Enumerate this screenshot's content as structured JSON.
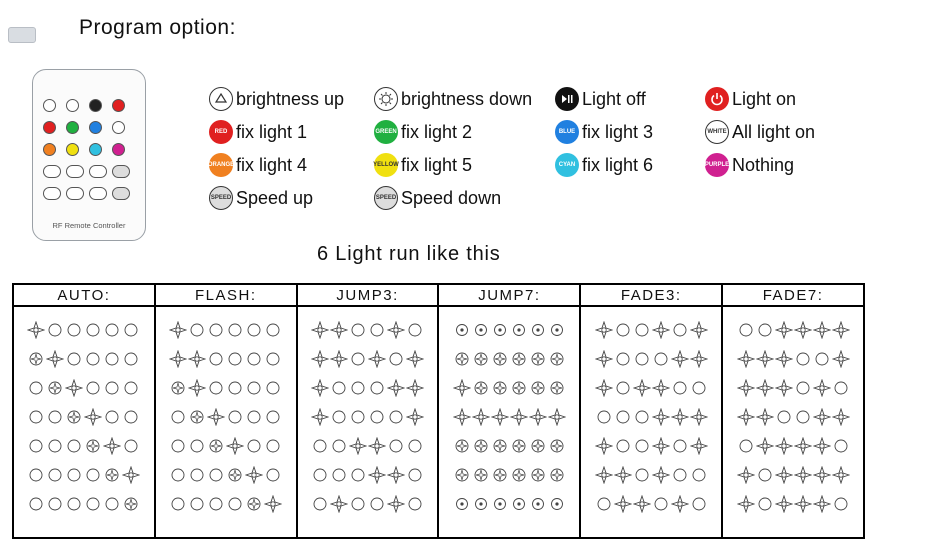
{
  "header": {
    "title": "Program option:"
  },
  "remote": {
    "label": "RF Remote Controller"
  },
  "legend": [
    {
      "label": "brightness up",
      "icon": "brightness-up-icon",
      "color": "#ffffff",
      "text": ""
    },
    {
      "label": "brightness down",
      "icon": "brightness-down-icon",
      "color": "#ffffff",
      "text": ""
    },
    {
      "label": "Light off",
      "icon": "play-pause-icon",
      "color": "#111111",
      "text": ""
    },
    {
      "label": "Light on",
      "icon": "power-icon",
      "color": "#e02020",
      "text": ""
    },
    {
      "label": "fix light 1",
      "icon": "red-button-icon",
      "color": "#e02020",
      "text": "RED"
    },
    {
      "label": "fix light 2",
      "icon": "green-button-icon",
      "color": "#20b040",
      "text": "GREEN"
    },
    {
      "label": "fix light 3",
      "icon": "blue-button-icon",
      "color": "#2080e0",
      "text": "BLUE"
    },
    {
      "label": "All light on",
      "icon": "white-button-icon",
      "color": "#ffffff",
      "text": "WHITE"
    },
    {
      "label": "fix light 4",
      "icon": "orange-button-icon",
      "color": "#f08020",
      "text": "ORANGE"
    },
    {
      "label": "fix light 5",
      "icon": "yellow-button-icon",
      "color": "#f0e010",
      "text": "YELLOW"
    },
    {
      "label": "fix light 6",
      "icon": "cyan-button-icon",
      "color": "#30c0e0",
      "text": "CYAN"
    },
    {
      "label": "Nothing",
      "icon": "purple-button-icon",
      "color": "#d02090",
      "text": "PURPLE"
    },
    {
      "label": "Speed up",
      "icon": "speed-up-icon",
      "color": "#dddddd",
      "text": "SPEED"
    },
    {
      "label": "Speed down",
      "icon": "speed-down-icon",
      "color": "#dddddd",
      "text": "SPEED"
    }
  ],
  "subtitle": "6 Light run like this",
  "modes": [
    {
      "name": "AUTO:",
      "rows": [
        "S00000",
        "MS0000",
        "0MS000",
        "00MS00",
        "000MS0",
        "0000MS",
        "00000M"
      ]
    },
    {
      "name": "FLASH:",
      "rows": [
        "S00000",
        "SS0000",
        "MS0000",
        "0MS000",
        "00MS00",
        "000MS0",
        "0000MS"
      ]
    },
    {
      "name": "JUMP3:",
      "rows": [
        "SS00S0",
        "SS0S0S",
        "S000SS",
        "S0000S",
        "00SS00",
        "000SS0",
        "0S00S0"
      ]
    },
    {
      "name": "JUMP7:",
      "rows": [
        "mmmmmm",
        "MMMMMM",
        "SMMMMM",
        "SSSSSS",
        "MMMMMM",
        "MMMMMM",
        "mmmmmm"
      ]
    },
    {
      "name": "FADE3:",
      "rows": [
        "S00S0S",
        "S000SS",
        "S0SS00",
        "000SSS",
        "S00S0S",
        "SS0S00",
        "0SS0S0"
      ]
    },
    {
      "name": "FADE7:",
      "rows": [
        "00SSSS",
        "SSS00S",
        "SSS0S0",
        "SS00SS",
        "0SSSS0",
        "S0SSSS",
        "S0SSS0"
      ]
    }
  ],
  "colors": {
    "border": "#000000",
    "text": "#111111"
  }
}
